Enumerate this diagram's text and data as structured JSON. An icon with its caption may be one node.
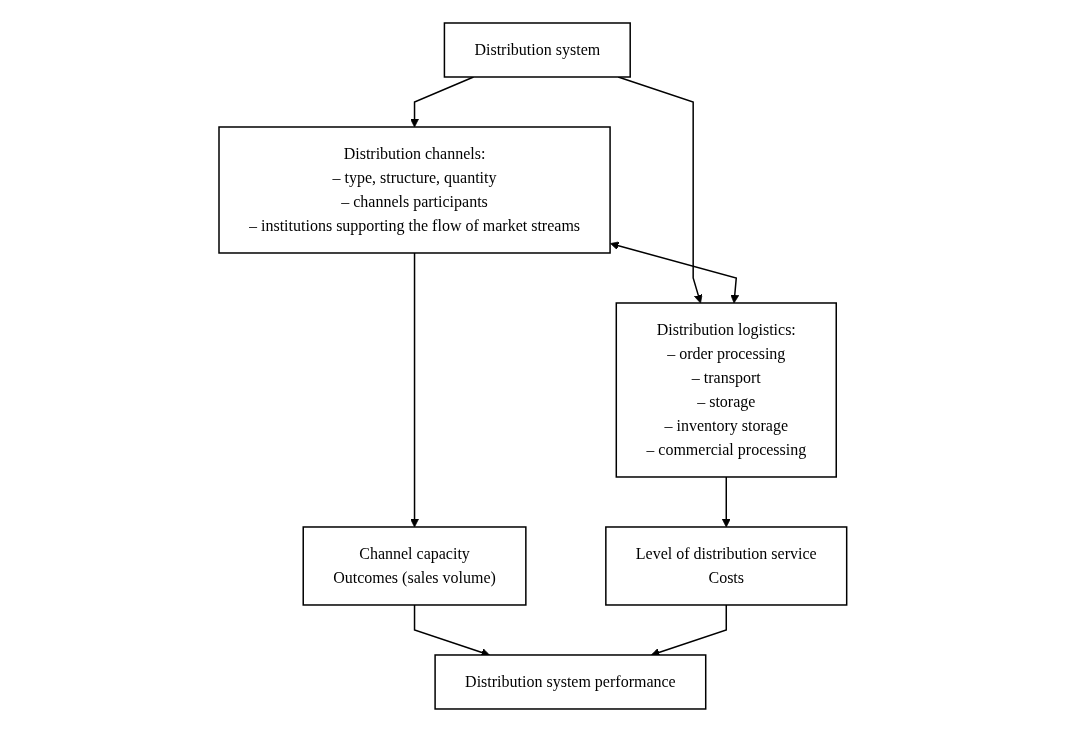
{
  "diagram": {
    "nodes": [
      {
        "text": [
          "Distribution system"
        ]
      },
      {
        "text": [
          "Distribution channels:",
          "– type, structure, quantity",
          "– channels participants",
          "– institutions supporting the flow of market streams"
        ]
      },
      {
        "text": [
          "Distribution logistics:",
          "– order processing",
          "– transport",
          "– storage",
          "– inventory storage",
          "– commercial processing"
        ]
      },
      {
        "text": [
          "Channel capacity",
          "Outcomes (sales volume)"
        ]
      },
      {
        "text": [
          "Level of distribution service",
          "Costs"
        ]
      },
      {
        "text": [
          "Distribution system performance"
        ]
      }
    ],
    "edges": [
      {
        "from": 0,
        "to": 1,
        "arrow": "to"
      },
      {
        "from": 0,
        "to": 2,
        "arrow": "to"
      },
      {
        "from": 1,
        "to": 2,
        "arrow": "both"
      },
      {
        "from": 1,
        "to": 3,
        "arrow": "to"
      },
      {
        "from": 2,
        "to": 4,
        "arrow": "to"
      },
      {
        "from": 3,
        "to": 5,
        "arrow": "to"
      },
      {
        "from": 4,
        "to": 5,
        "arrow": "to"
      }
    ]
  }
}
